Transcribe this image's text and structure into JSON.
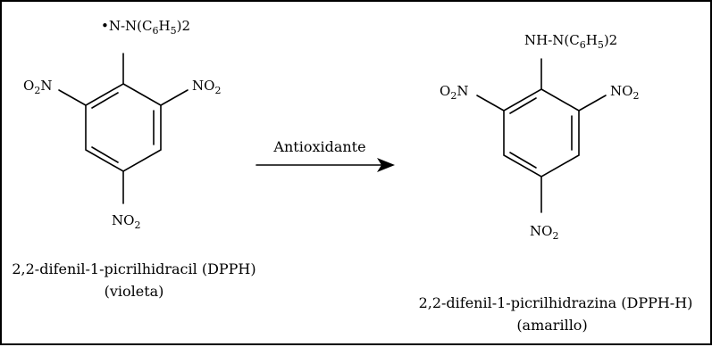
{
  "reaction": {
    "reagent_label": "Antioxidante",
    "reactant": {
      "top_group": {
        "prefix": "•N-N(C",
        "s1": "6",
        "mid": "H",
        "s2": "5",
        "suffix": ")2"
      },
      "left_group": {
        "pre": "O",
        "sub": "2",
        "post": "N"
      },
      "right_group": {
        "pre": "NO",
        "sub": "2",
        "post": ""
      },
      "bottom_group": {
        "pre": "NO",
        "sub": "2",
        "post": ""
      },
      "name": "2,2-difenil-1-picrilhidracil (DPPH)",
      "color_label": "(violeta)"
    },
    "product": {
      "top_group": {
        "prefix": "NH-N(C",
        "s1": "6",
        "mid": "H",
        "s2": "5",
        "suffix": ")2"
      },
      "left_group": {
        "pre": "O",
        "sub": "2",
        "post": "N"
      },
      "right_group": {
        "pre": "NO",
        "sub": "2",
        "post": ""
      },
      "bottom_group": {
        "pre": "NO",
        "sub": "2",
        "post": ""
      },
      "name": "2,2-difenil-1-picrilhidrazina (DPPH-H)",
      "color_label": "(amarillo)"
    }
  },
  "colors": {
    "line": "#000000",
    "background": "#ffffff"
  }
}
